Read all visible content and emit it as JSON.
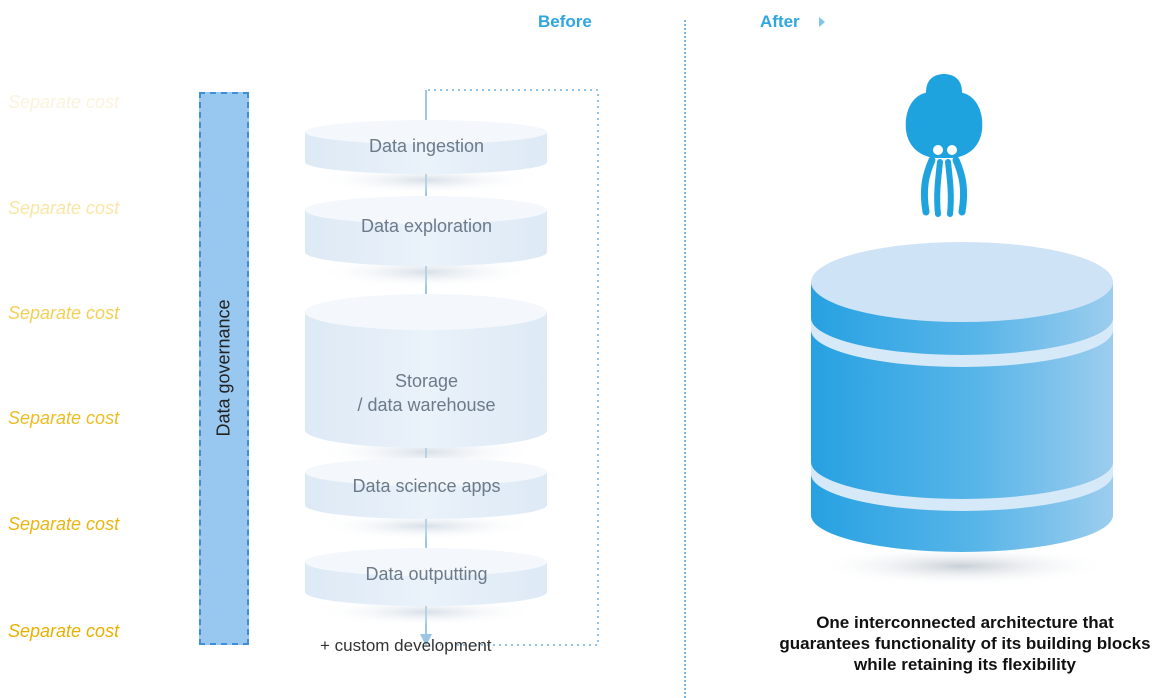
{
  "header": {
    "before": "Before",
    "after": "After"
  },
  "separate_costs": [
    {
      "label": "Separate cost",
      "color": "#fbf3dc"
    },
    {
      "label": "Separate cost",
      "color": "#f8e6a6"
    },
    {
      "label": "Separate cost",
      "color": "#f3cf55"
    },
    {
      "label": "Separate cost",
      "color": "#eebd22"
    },
    {
      "label": "Separate cost",
      "color": "#ebb510"
    },
    {
      "label": "Separate cost",
      "color": "#eab000"
    }
  ],
  "governance": {
    "label": "Data governance"
  },
  "stages": [
    {
      "label": "Data ingestion"
    },
    {
      "label": "Data exploration"
    },
    {
      "label": "Storage\n/ data warehouse"
    },
    {
      "label": "Data science apps"
    },
    {
      "label": "Data outputting"
    }
  ],
  "custom_dev": "+ custom development",
  "after": {
    "caption": "One interconnected architecture that guarantees functionality of its building blocks while retaining its flexibility"
  },
  "colors": {
    "accent": "#2ea6e0",
    "governance_fill": "#98c8ef",
    "governance_border": "#3f8fd8",
    "stage_fill": "#e8f1fa",
    "stage_top": "#f4f8fc",
    "db_top": "#cfe3f6",
    "db_body": "#3ea9e4",
    "mascot": "#1fa3de"
  }
}
